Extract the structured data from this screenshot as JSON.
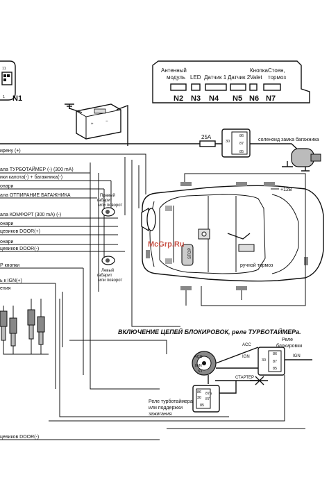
{
  "main_unit": {
    "connectors": [
      "N1",
      "N2",
      "N3",
      "N4",
      "N5",
      "N6",
      "N7"
    ],
    "left_pins": [
      "11",
      "1"
    ],
    "module_labels": {
      "antenna": "Антенный модуль",
      "led": "LED",
      "sensor1": "Датчик 1",
      "sensor2": "Датчик 2",
      "valet": "Кнопка Valet",
      "stop_brake": "Стоян, тормоз"
    }
  },
  "fuse": "25А",
  "plus12": "+12В",
  "trunk_solenoid": "соленоид замка багажника",
  "relay_pins": [
    "86",
    "30",
    "87",
    "85"
  ],
  "relay_pins_ext": [
    "86",
    "30",
    "87a",
    "87",
    "85"
  ],
  "wire_labels": [
    "ирену (+)",
    "ала ТУРБОТАЙМЕР (-) (300 mA)",
    "ики капота(-) + багажника(-)",
    "онари",
    "ала ОТПИРАНИЕ БАГАЖНИКА",
    "ала КОМФОРТ (300 mA) (-)",
    "онари",
    "цевиков DOOR(+)",
    "онари",
    "цевиков DOOR(-)",
    "Р кнопки",
    "ь к IGN(+)",
    "ения",
    "цевиков DOOR(-)"
  ],
  "car": {
    "right_lamp": "Правый габарит или поворот",
    "left_lamp": "Левый габарит или поворот",
    "handbrake": "ручной тормоз",
    "stop": "STOP",
    "watermark": "McGrp.Ru"
  },
  "lower": {
    "title": "ВКЛЮЧЕНИЕ ЦЕПЕЙ БЛОКИРОВОК, реле ТУРБОТАЙМЕРа.",
    "blocking_relay": "Реле блокировки",
    "acc": "ACC",
    "ign": "IGN",
    "ign2": "IGN",
    "starter": "СТАРТЕР",
    "switch_labels": [
      "ACC",
      "IGN",
      "ST"
    ],
    "turbo_relay": "Реле турботаймера или поддержки зажигания"
  }
}
